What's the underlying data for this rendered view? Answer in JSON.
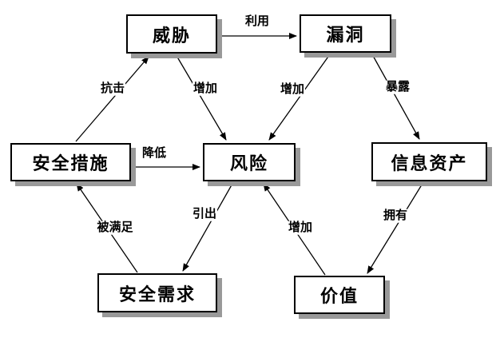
{
  "diagram": {
    "type": "concept-relationship-diagram",
    "colors": {
      "background": "#ffffff",
      "node_fill": "#ffffff",
      "node_border": "#000000",
      "node_shadow": "#999999",
      "edge_stroke": "#000000",
      "text": "#000000"
    },
    "nodes": {
      "threat": {
        "label": "威胁"
      },
      "vulnerability": {
        "label": "漏洞"
      },
      "security_measures": {
        "label": "安全措施"
      },
      "risk": {
        "label": "风险"
      },
      "info_assets": {
        "label": "信息资产"
      },
      "security_requirements": {
        "label": "安全需求"
      },
      "value": {
        "label": "价值"
      }
    },
    "edges": {
      "exploit": {
        "label": "利用",
        "from": "威胁",
        "to": "漏洞"
      },
      "resist": {
        "label": "抗击",
        "from": "安全措施",
        "to": "威胁"
      },
      "increase_threat": {
        "label": "增加",
        "from": "威胁",
        "to": "风险"
      },
      "increase_vuln": {
        "label": "增加",
        "from": "漏洞",
        "to": "风险"
      },
      "expose": {
        "label": "暴露",
        "from": "漏洞",
        "to": "信息资产"
      },
      "reduce": {
        "label": "降低",
        "from": "安全措施",
        "to": "风险"
      },
      "satisfied": {
        "label": "被满足",
        "from": "安全需求",
        "to": "安全措施"
      },
      "derive": {
        "label": "引出",
        "from": "风险",
        "to": "安全需求"
      },
      "increase_value": {
        "label": "增加",
        "from": "价值",
        "to": "风险"
      },
      "own": {
        "label": "拥有",
        "from": "信息资产",
        "to": "价值"
      }
    }
  }
}
